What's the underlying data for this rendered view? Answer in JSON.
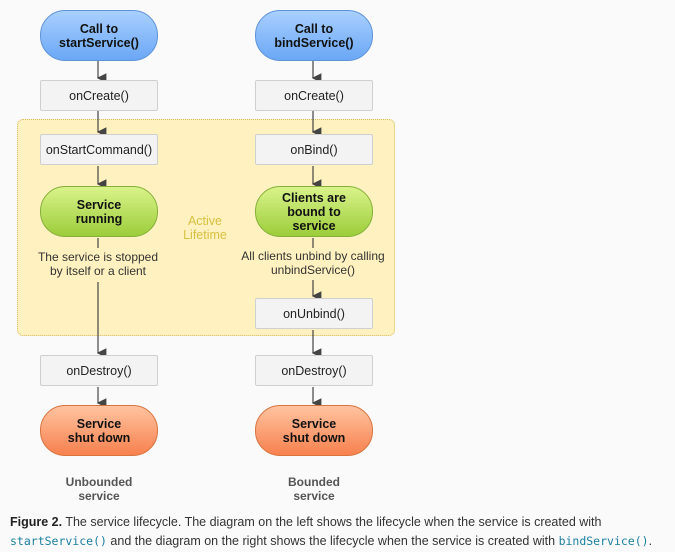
{
  "left": {
    "start": "Call to\nstartService()",
    "create": "onCreate()",
    "command": "onStartCommand()",
    "running": "Service\nrunning",
    "note": "The service is stopped\nby itself or a client",
    "destroy": "onDestroy()",
    "shutdown": "Service\nshut down",
    "label": "Unbounded\nservice"
  },
  "right": {
    "start": "Call to\nbindService()",
    "create": "onCreate()",
    "bind": "onBind()",
    "bound": "Clients are\nbound to\nservice",
    "note": "All clients unbind by calling\nunbindService()",
    "unbind": "onUnbind()",
    "destroy": "onDestroy()",
    "shutdown": "Service\nshut down",
    "label": "Bounded\nservice"
  },
  "active_label": "Active\nLifetime",
  "caption": {
    "figure": "Figure 2.",
    "text1": " The service lifecycle. The diagram on the left shows the lifecycle when the service is created with ",
    "code1": "startService()",
    "text2": " and the diagram on the right shows the lifecycle when the service is created with ",
    "code2": "bindService()",
    "text3": "."
  },
  "colors": {
    "start": "#7fb5f8",
    "active": "#a8d64a",
    "end": "#f99a6c",
    "zone": "#fff2c0",
    "code": "#1a7f9f"
  }
}
